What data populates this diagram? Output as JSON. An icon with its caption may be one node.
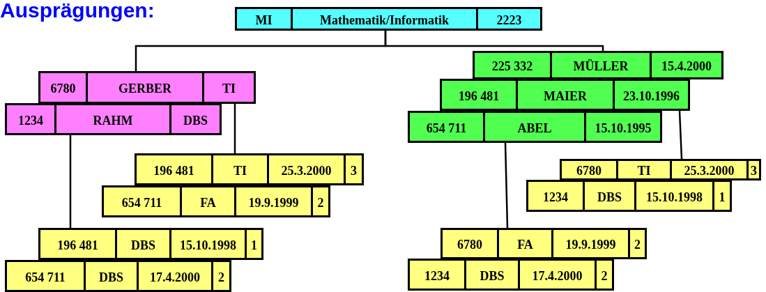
{
  "diagram": {
    "title": "Ausprägungen:",
    "nodes": [
      {
        "text": [
          "MI",
          "Mathematik/Informatik",
          "2223"
        ]
      },
      {
        "text": [
          "6780",
          "GERBER",
          "TI"
        ]
      },
      {
        "text": [
          "1234",
          "RAHM",
          "DBS"
        ]
      },
      {
        "text": [
          "225 332",
          "MÜLLER",
          "15.4.2000"
        ]
      },
      {
        "text": [
          "196 481",
          "MAIER",
          "23.10.1996"
        ]
      },
      {
        "text": [
          "654 711",
          "ABEL",
          "15.10.1995"
        ]
      },
      {
        "text": [
          "196 481",
          "TI",
          "25.3.2000",
          "3"
        ]
      },
      {
        "text": [
          "654 711",
          "FA",
          "19.9.1999",
          "2"
        ]
      },
      {
        "text": [
          "196 481",
          "DBS",
          "15.10.1998",
          "1"
        ]
      },
      {
        "text": [
          "654 711",
          "DBS",
          "17.4.2000",
          "2"
        ]
      },
      {
        "text": [
          "6780",
          "TI",
          "25.3.2000",
          "3"
        ]
      },
      {
        "text": [
          "1234",
          "DBS",
          "15.10.1998",
          "1"
        ]
      },
      {
        "text": [
          "6780",
          "FA",
          "19.9.1999",
          "2"
        ]
      },
      {
        "text": [
          "1234",
          "DBS",
          "17.4.2000",
          "2"
        ]
      }
    ],
    "edges": [
      {
        "from": 0,
        "to": 1,
        "arrow": "none"
      },
      {
        "from": 0,
        "to": 3,
        "arrow": "none"
      },
      {
        "from": 1,
        "to": 6,
        "arrow": "none"
      },
      {
        "from": 2,
        "to": 8,
        "arrow": "none"
      },
      {
        "from": 4,
        "to": 10,
        "arrow": "none"
      },
      {
        "from": 5,
        "to": 12,
        "arrow": "none"
      }
    ]
  }
}
